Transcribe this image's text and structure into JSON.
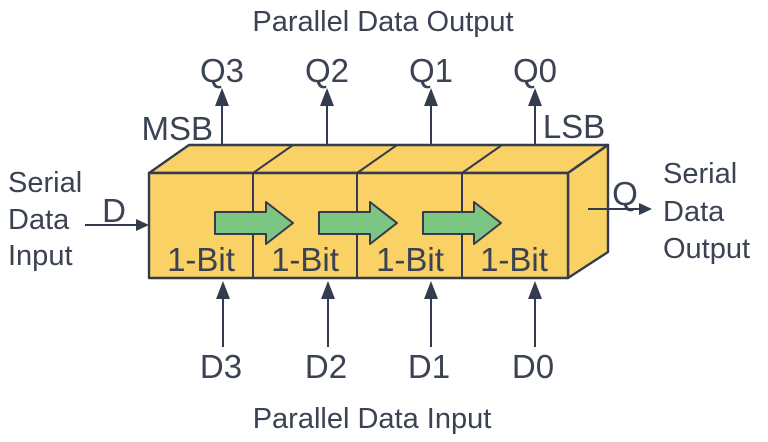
{
  "colors": {
    "background": "#ffffff",
    "box_fill": "#F9D164",
    "shift_arrow_green": "#7DC583",
    "outline": "#333C4E",
    "text": "#3A4254"
  },
  "titles": {
    "top": "Parallel Data Output",
    "bottom": "Parallel Data Input"
  },
  "labels": {
    "msb": "MSB",
    "lsb": "LSB",
    "input_pin": "D",
    "output_pin": "Q",
    "serial_input": [
      "Serial",
      "Data",
      "Input"
    ],
    "serial_output": [
      "Serial",
      "Data",
      "Output"
    ]
  },
  "pins": {
    "outputs": [
      "Q3",
      "Q2",
      "Q1",
      "Q0"
    ],
    "inputs": [
      "D3",
      "D2",
      "D1",
      "D0"
    ]
  },
  "cells": [
    "1-Bit",
    "1-Bit",
    "1-Bit",
    "1-Bit"
  ]
}
